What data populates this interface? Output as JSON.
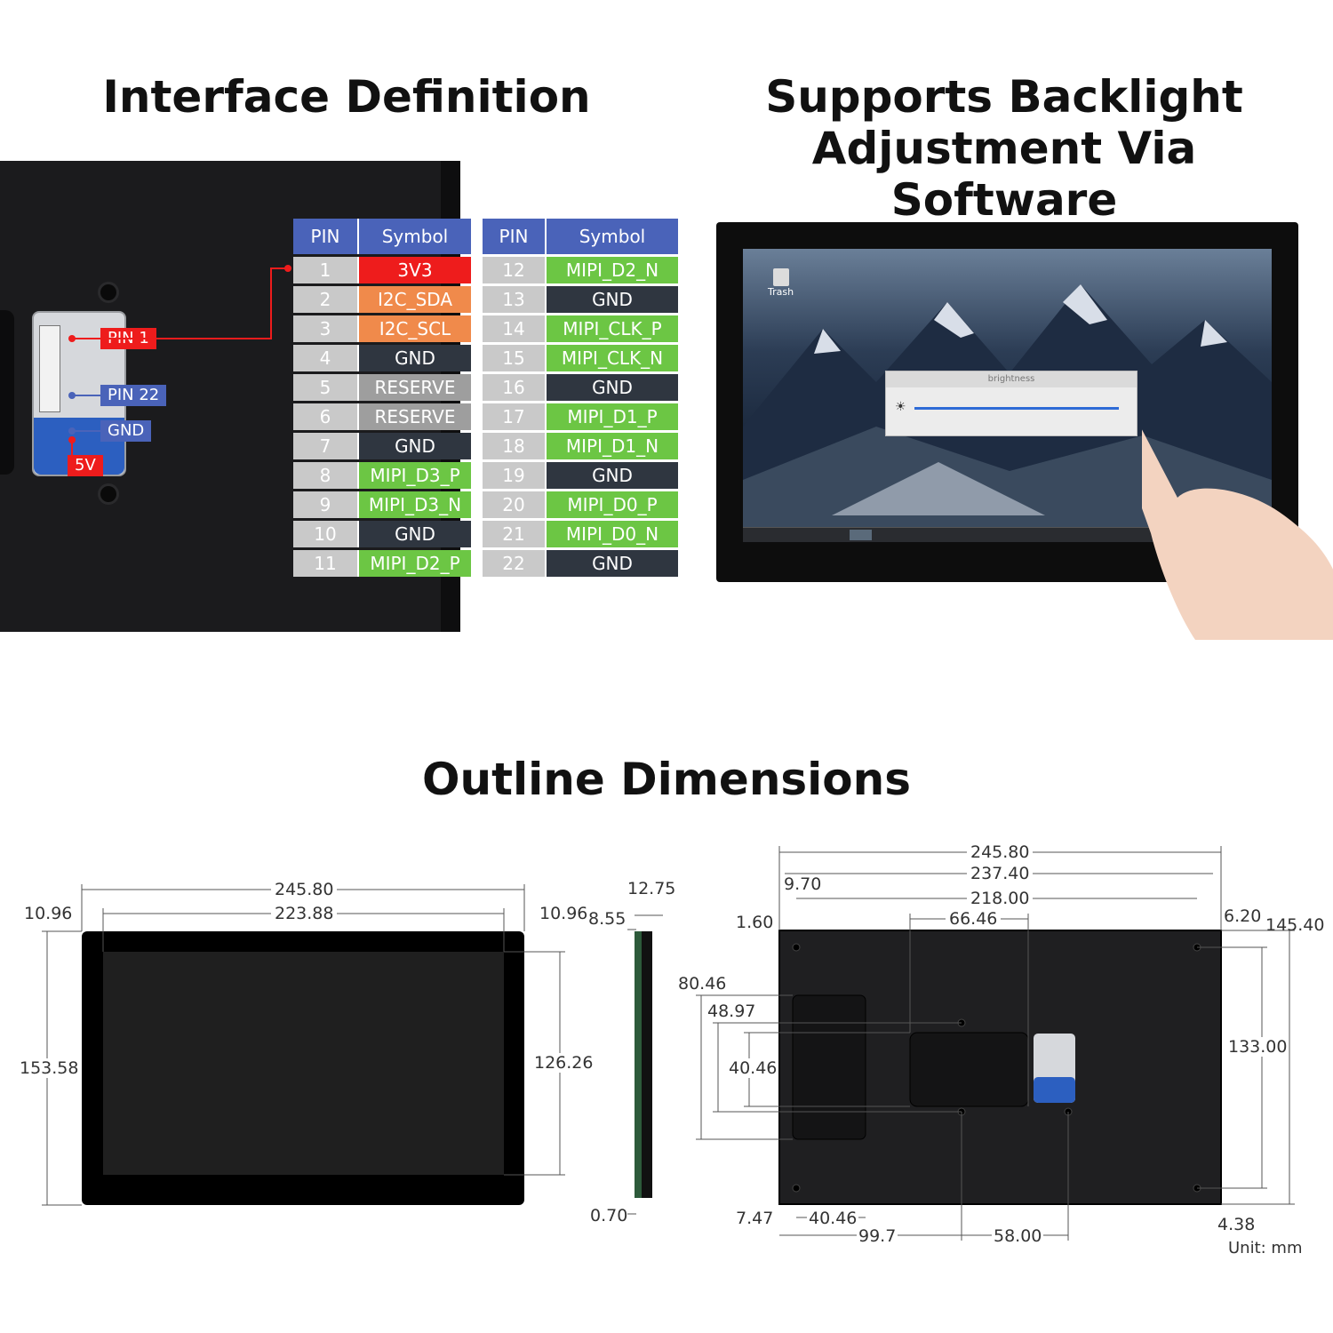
{
  "titles": {
    "interface": "Interface Definition",
    "backlight_line1": "Supports Backlight",
    "backlight_line2": "Adjustment Via Software",
    "outline": "Outline Dimensions"
  },
  "connector_labels": {
    "pin1": "PIN 1",
    "pin22": "PIN 22",
    "gnd": "GND",
    "v5": "5V"
  },
  "colors": {
    "header": "#4a63b9",
    "power": "#ee1c1c",
    "i2c": "#f08a4b",
    "gnd": "#2f3640",
    "reserve": "#9e9e9e",
    "mipi": "#6cc644",
    "pin_num": "#c9c9c9"
  },
  "pin_table": {
    "header_pin": "PIN",
    "header_symbol": "Symbol",
    "left": [
      {
        "pin": "1",
        "symbol": "3V3",
        "kind": "power"
      },
      {
        "pin": "2",
        "symbol": "I2C_SDA",
        "kind": "i2c"
      },
      {
        "pin": "3",
        "symbol": "I2C_SCL",
        "kind": "i2c"
      },
      {
        "pin": "4",
        "symbol": "GND",
        "kind": "gnd"
      },
      {
        "pin": "5",
        "symbol": "RESERVE",
        "kind": "reserve"
      },
      {
        "pin": "6",
        "symbol": "RESERVE",
        "kind": "reserve"
      },
      {
        "pin": "7",
        "symbol": "GND",
        "kind": "gnd"
      },
      {
        "pin": "8",
        "symbol": "MIPI_D3_P",
        "kind": "mipi"
      },
      {
        "pin": "9",
        "symbol": "MIPI_D3_N",
        "kind": "mipi"
      },
      {
        "pin": "10",
        "symbol": "GND",
        "kind": "gnd"
      },
      {
        "pin": "11",
        "symbol": "MIPI_D2_P",
        "kind": "mipi"
      }
    ],
    "right": [
      {
        "pin": "12",
        "symbol": "MIPI_D2_N",
        "kind": "mipi"
      },
      {
        "pin": "13",
        "symbol": "GND",
        "kind": "gnd"
      },
      {
        "pin": "14",
        "symbol": "MIPI_CLK_P",
        "kind": "mipi"
      },
      {
        "pin": "15",
        "symbol": "MIPI_CLK_N",
        "kind": "mipi"
      },
      {
        "pin": "16",
        "symbol": "GND",
        "kind": "gnd"
      },
      {
        "pin": "17",
        "symbol": "MIPI_D1_P",
        "kind": "mipi"
      },
      {
        "pin": "18",
        "symbol": "MIPI_D1_N",
        "kind": "mipi"
      },
      {
        "pin": "19",
        "symbol": "GND",
        "kind": "gnd"
      },
      {
        "pin": "20",
        "symbol": "MIPI_D0_P",
        "kind": "mipi"
      },
      {
        "pin": "21",
        "symbol": "MIPI_D0_N",
        "kind": "mipi"
      },
      {
        "pin": "22",
        "symbol": "GND",
        "kind": "gnd"
      }
    ]
  },
  "desktop": {
    "trash_label": "Trash",
    "window_title": "brightness"
  },
  "dimensions": {
    "front_width": "245.80",
    "front_active_width": "223.88",
    "front_left_margin": "10.96",
    "front_right_margin": "10.96",
    "front_height": "153.58",
    "front_active_height": "126.26",
    "side_thickness": "12.75",
    "side_depth": "8.55",
    "side_bottom": "0.70",
    "back_width": "245.80",
    "back_width2": "237.40",
    "back_hole_left": "9.70",
    "back_holes_span": "218.00",
    "back_box_width": "66.46",
    "back_left_offset": "1.60",
    "back_right_offset": "6.20",
    "back_height": "145.40",
    "back_holes_height": "133.00",
    "back_bracket_height": "80.46",
    "back_inner_height": "48.97",
    "back_inner_height2": "40.46",
    "back_bottom_offset": "7.47",
    "back_bottom_width": "40.46",
    "back_bottom_span": "99.7",
    "back_bottom_span2": "58.00",
    "back_bottom_right": "4.38",
    "unit": "Unit: mm"
  }
}
